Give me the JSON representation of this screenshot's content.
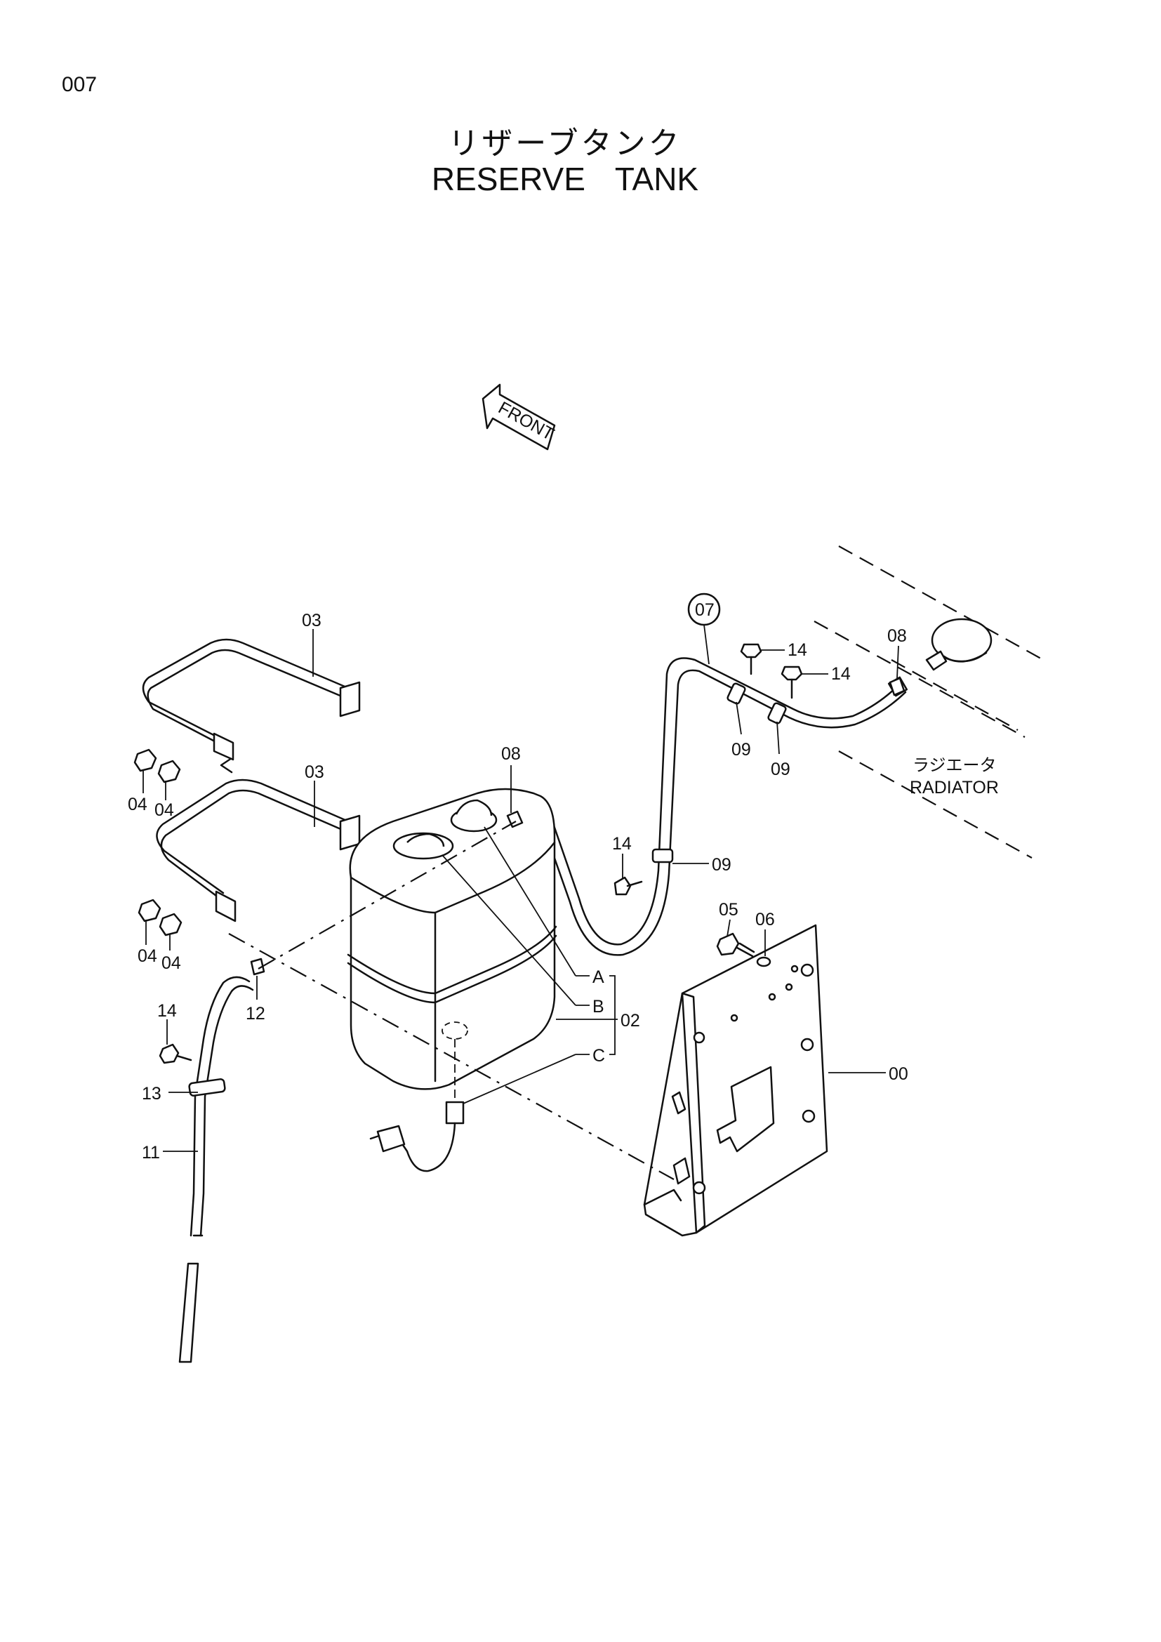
{
  "page": {
    "number": "007"
  },
  "title": {
    "japanese": "リザーブタンク",
    "english": "RESERVE  TANK"
  },
  "front_arrow": {
    "label": "FRONT"
  },
  "radiator": {
    "label_jp": "ラジエータ",
    "label_en": "RADIATOR"
  },
  "callouts": {
    "p00": "00",
    "p02": "02",
    "p03a": "03",
    "p03b": "03",
    "p04a": "04",
    "p04b": "04",
    "p04c": "04",
    "p04d": "04",
    "p05": "05",
    "p06": "06",
    "p07": "07",
    "p08a": "08",
    "p08b": "08",
    "p09a": "09",
    "p09b": "09",
    "p09c": "09",
    "p11": "11",
    "p12": "12",
    "p13": "13",
    "p14a": "14",
    "p14b": "14",
    "p14c": "14",
    "p14d": "14",
    "refA": "A",
    "refB": "B",
    "refC": "C"
  }
}
